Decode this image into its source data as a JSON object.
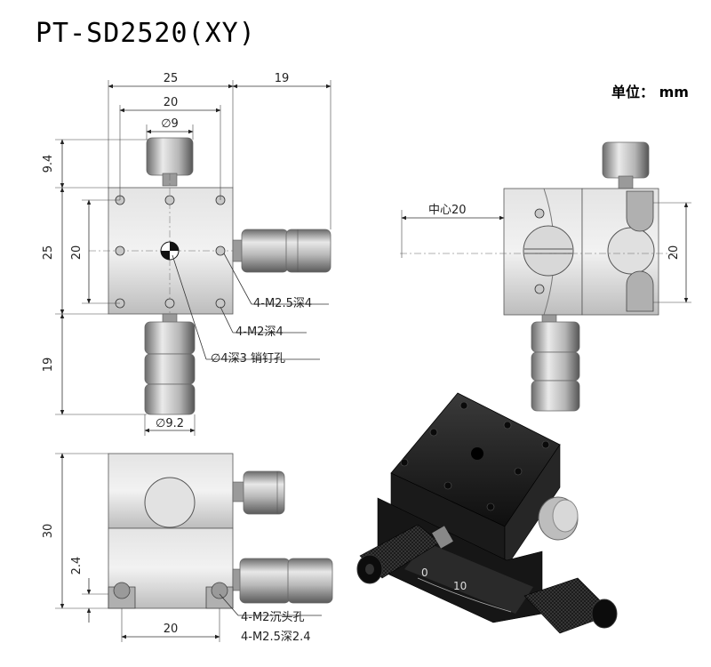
{
  "title": "PT-SD2520(XY)",
  "unit": "单位： mm",
  "dims": {
    "top_width": "25",
    "inner_width": "20",
    "side_offset": "19",
    "knob_dia": "∅9",
    "knob_height": "9.4",
    "body_height": "25",
    "hole_spacing": "20",
    "lower_knob": "19",
    "lower_knob_dia": "∅9.2",
    "total_height": "30",
    "base_height": "2.4",
    "bottom_spacing": "20",
    "side_center": "中心20",
    "side_spacing": "20"
  },
  "callouts": {
    "m25": "4-M2.5深4",
    "m2": "4-M2深4",
    "pin": "∅4深3 销钉孔",
    "counterbore": "4-M2沉头孔",
    "m25_bottom": "4-M2.5深2.4"
  },
  "scale": {
    "zero": "0",
    "ten": "10"
  }
}
